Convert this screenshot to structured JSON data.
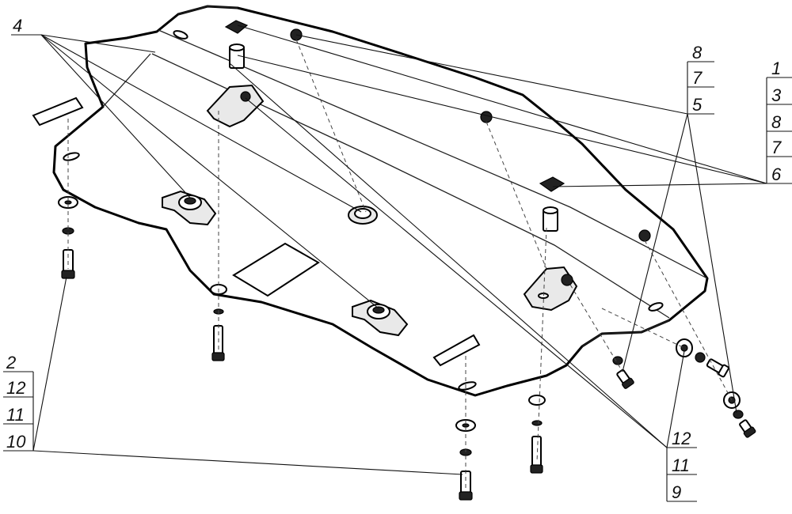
{
  "callouts": {
    "left_top": [
      "4"
    ],
    "right_upper_mid": [
      "8",
      "7",
      "5"
    ],
    "right_upper_far": [
      "1",
      "3",
      "8",
      "7",
      "6"
    ],
    "left_bottom": [
      "2",
      "12",
      "11",
      "10"
    ],
    "right_bottom": [
      "12",
      "11",
      "9"
    ]
  },
  "colors": {
    "line": "#000000",
    "background": "#ffffff",
    "fill": "#e9e9e9"
  }
}
